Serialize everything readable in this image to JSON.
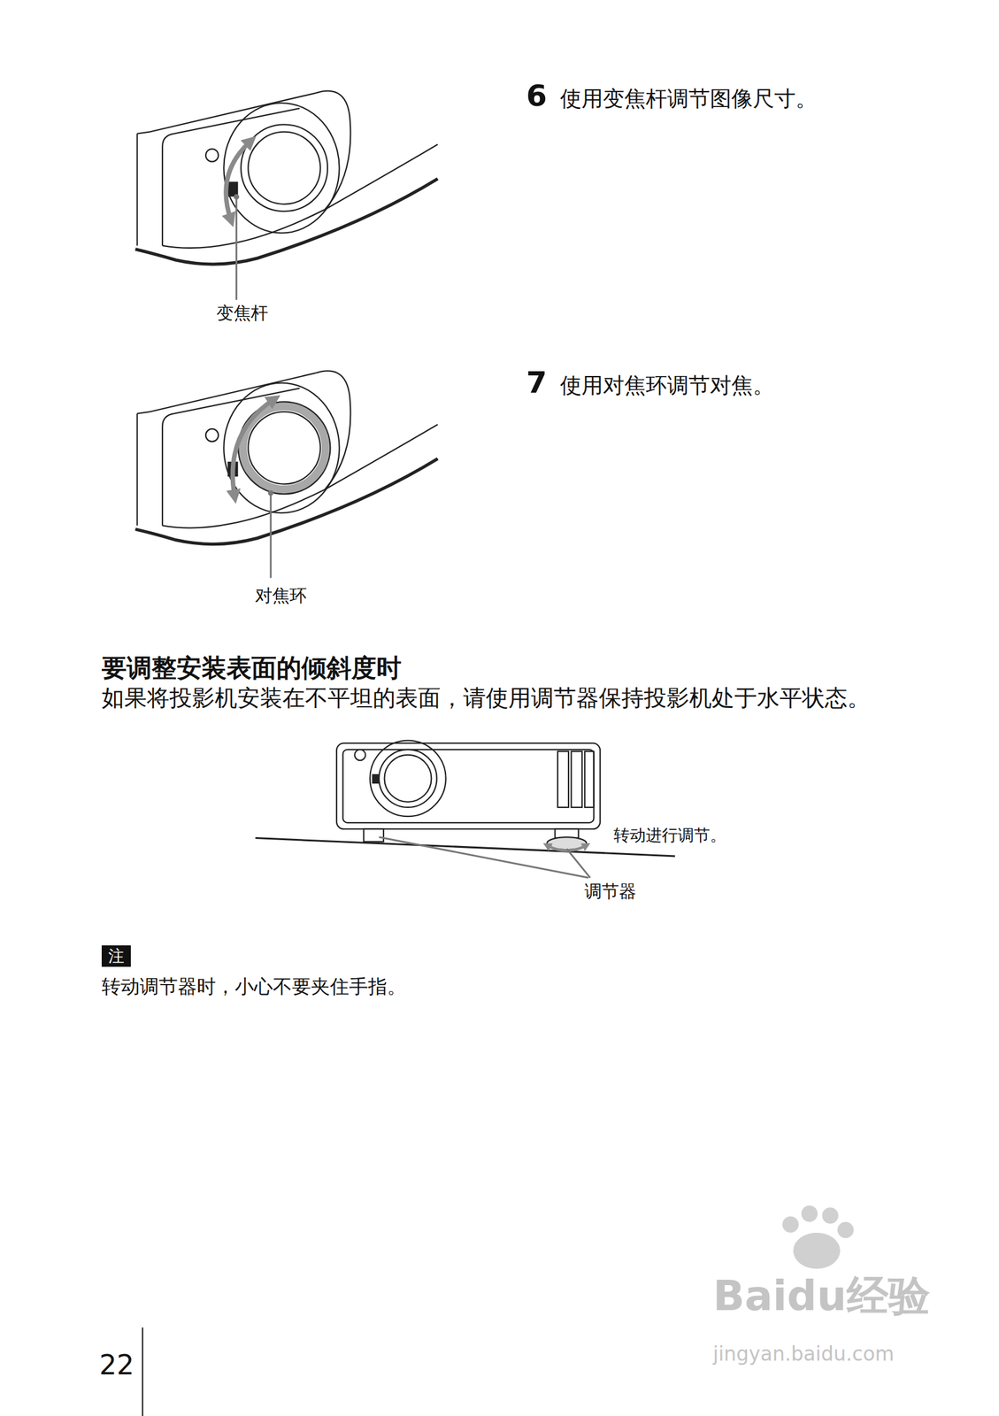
{
  "diagram": {
    "nodes": [
      {
        "text": [
          "注"
        ]
      }
    ],
    "labels": [
      "6",
      "使用变焦杆调节图像尺寸。",
      "变焦杆",
      "7",
      "使用对焦环调节对焦。",
      "对焦环",
      "要调整安装表面的倾斜度时",
      "如果将投影机安装在不平坦的表面，请使用调节器保持投影机处于水平状态。",
      "转动进行调节。",
      "调节器",
      "转动调节器时，小心不要夹住手指。",
      "22",
      "Baidu经验",
      "jingyan.baidu.com"
    ]
  }
}
